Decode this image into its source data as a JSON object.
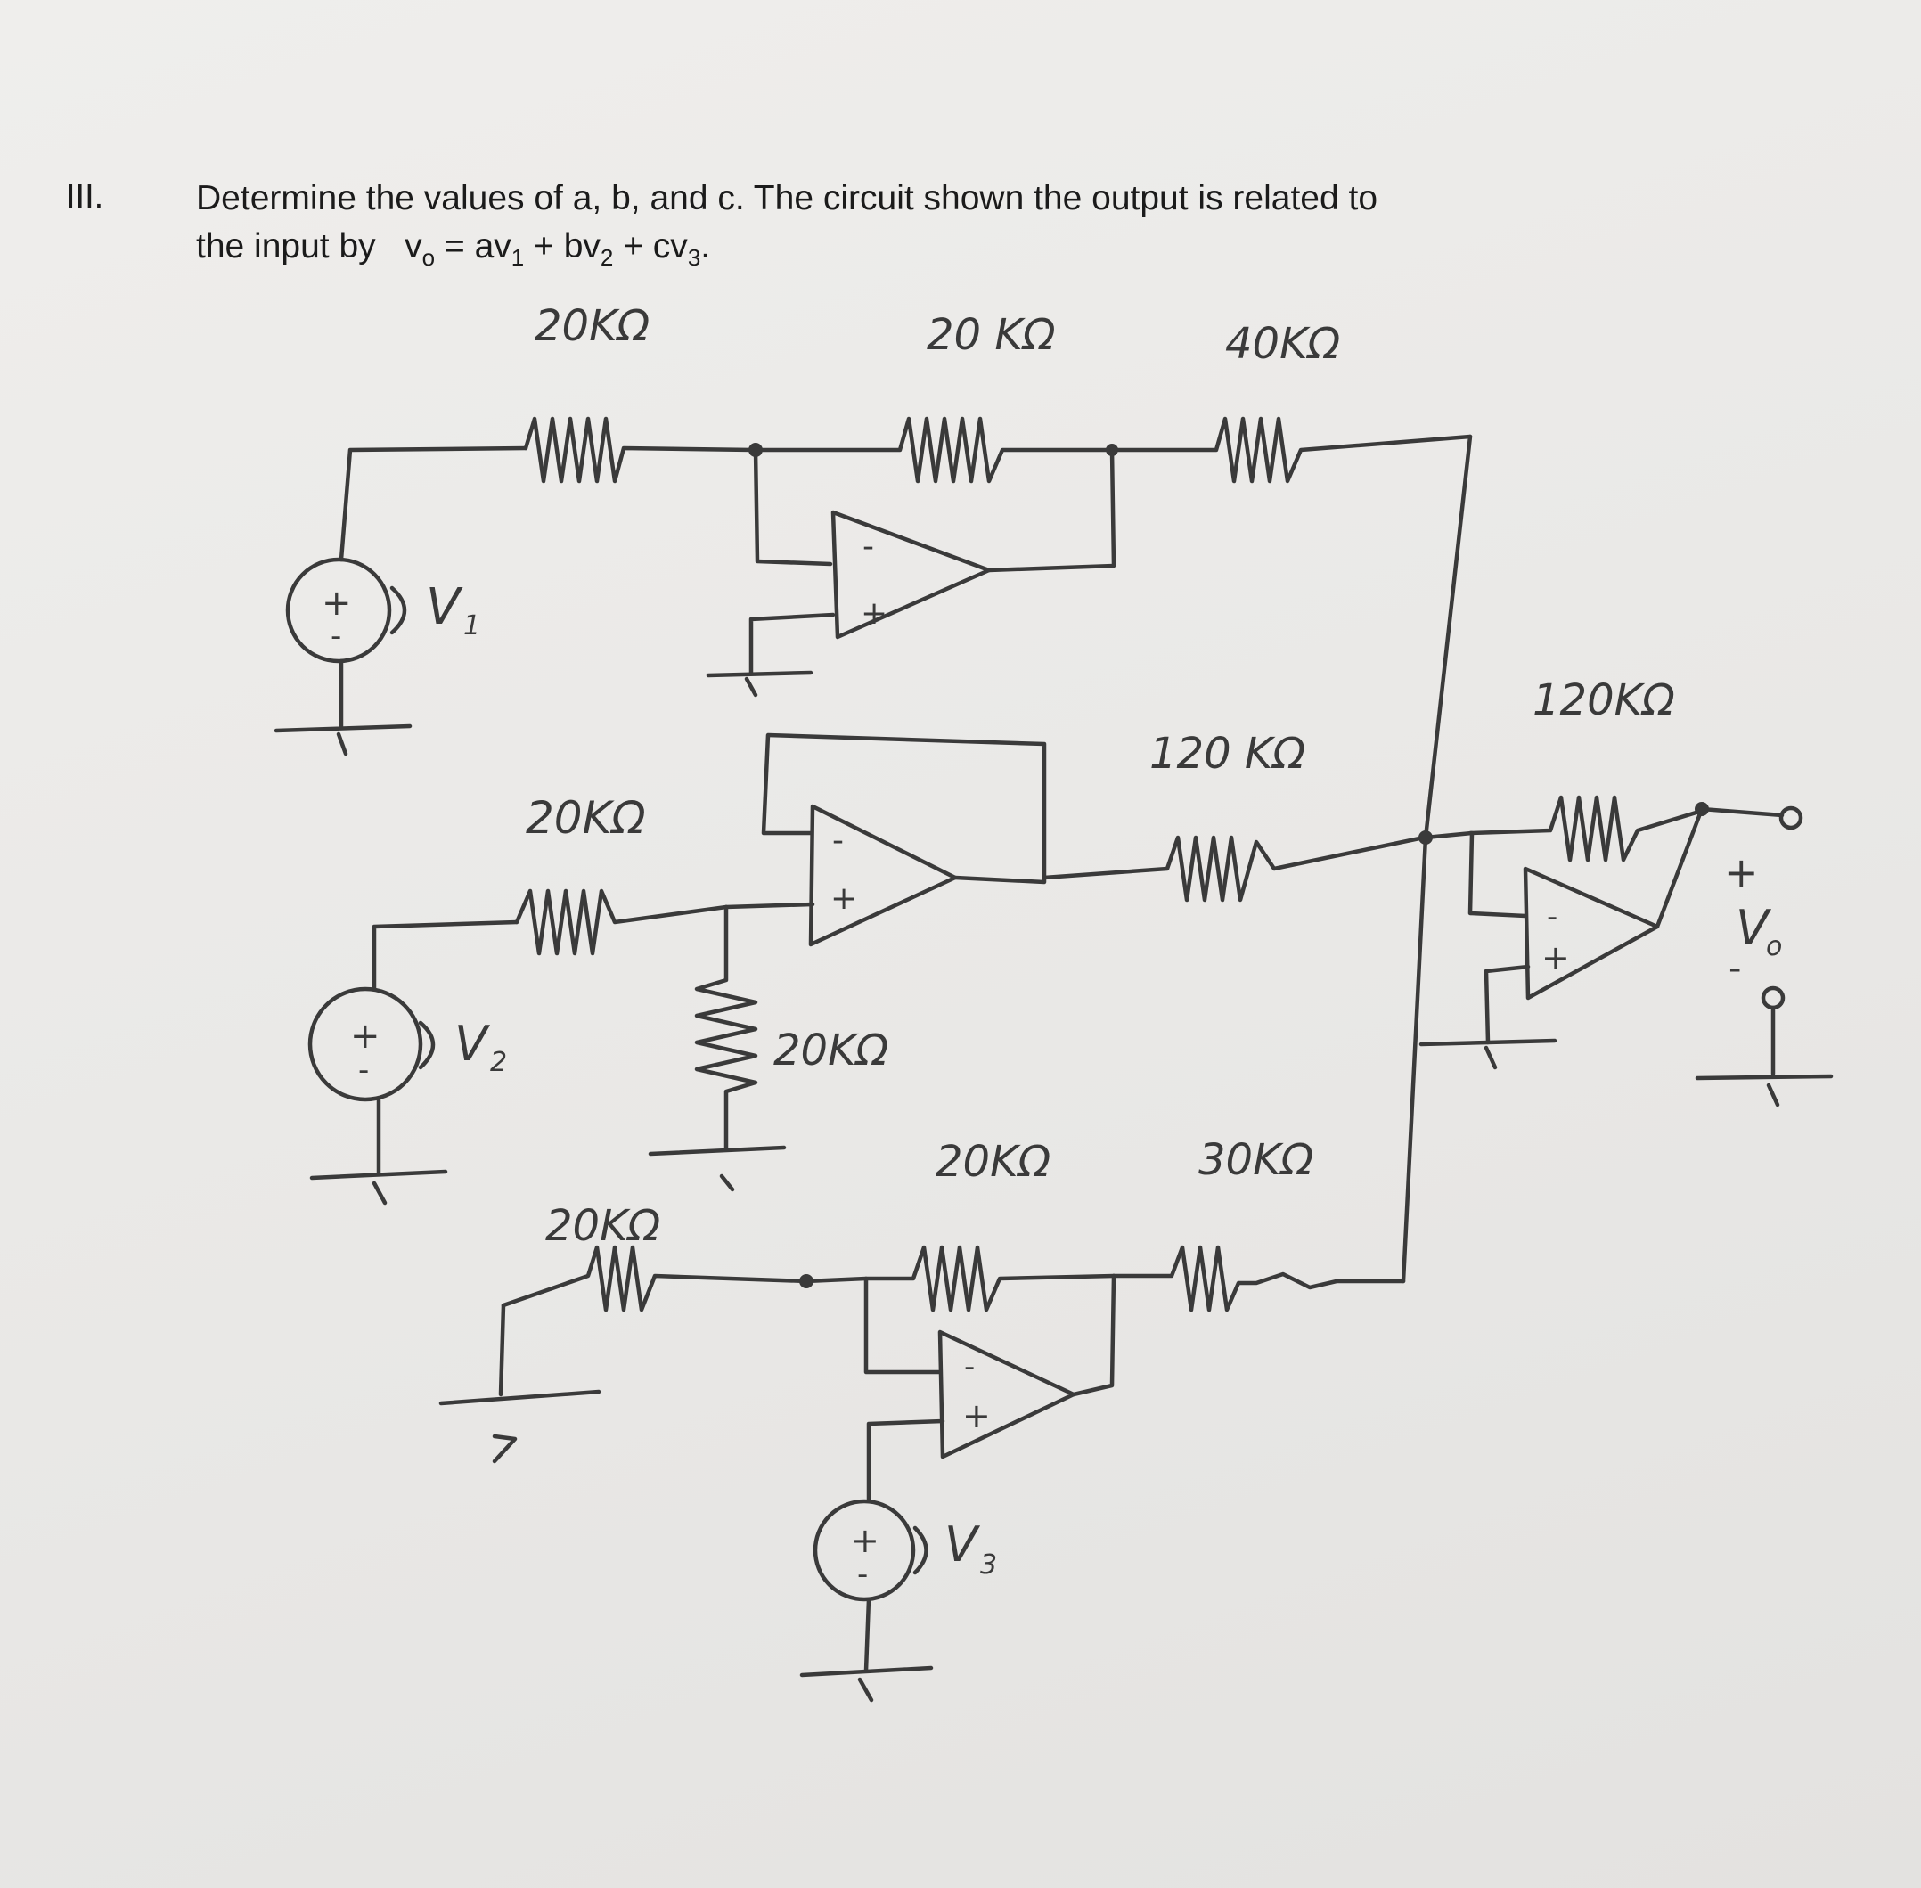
{
  "problem": {
    "number": "III.",
    "line1": "Determine the values of a, b, and c. The circuit shown the output is related to",
    "line2_prefix": "the input by",
    "eq": {
      "vo": "v",
      "vo_sub": "o",
      "eq_a": " = av",
      "s1": "1",
      "eq_b": " + bv",
      "s2": "2",
      "eq_c": " + cv",
      "s3": "3",
      "end": "."
    }
  },
  "labels": {
    "r_top_input": "20KΩ",
    "r_top_feedback": "20 KΩ",
    "r_top_sum": "40KΩ",
    "r_mid_input": "20KΩ",
    "r_mid_ground": "20KΩ",
    "r_mid_sum": "120 KΩ",
    "r_out_feedback": "120KΩ",
    "r_bot_input": "20KΩ",
    "r_bot_feedback": "20KΩ",
    "r_bot_sum": "30KΩ",
    "src_v1_name": "V",
    "src_v1_sub": "1",
    "src_v2_name": "V",
    "src_v2_sub": "2",
    "src_v3_name": "V",
    "src_v3_sub": "3",
    "vo_name": "V",
    "vo_sub": "o",
    "plus": "+",
    "minus": "-",
    "src_plus": "+",
    "src_minus": "-"
  }
}
